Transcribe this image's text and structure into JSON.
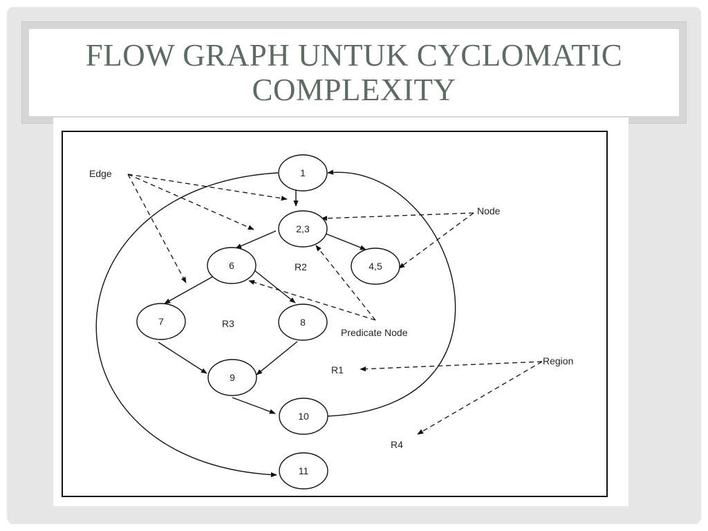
{
  "slide": {
    "title_line1": "FLOW GRAPH UNTUK CYCLOMATIC",
    "title_line2": "COMPLEXITY"
  },
  "diagram": {
    "nodes": [
      {
        "id": "n1",
        "label": "1"
      },
      {
        "id": "n23",
        "label": "2,3"
      },
      {
        "id": "n45",
        "label": "4,5"
      },
      {
        "id": "n6",
        "label": "6"
      },
      {
        "id": "n7",
        "label": "7"
      },
      {
        "id": "n8",
        "label": "8"
      },
      {
        "id": "n9",
        "label": "9"
      },
      {
        "id": "n10",
        "label": "10"
      },
      {
        "id": "n11",
        "label": "11"
      }
    ],
    "edges": [
      [
        "1",
        "2,3"
      ],
      [
        "2,3",
        "6"
      ],
      [
        "2,3",
        "4,5"
      ],
      [
        "6",
        "7"
      ],
      [
        "6",
        "8"
      ],
      [
        "7",
        "9"
      ],
      [
        "8",
        "9"
      ],
      [
        "9",
        "10"
      ],
      [
        "10",
        "1"
      ],
      [
        "1",
        "11"
      ]
    ],
    "regions": {
      "r1": "R1",
      "r2": "R2",
      "r3": "R3",
      "r4": "R4"
    },
    "annotations": {
      "edge": "Edge",
      "node": "Node",
      "predicate_node": "Predicate Node",
      "region": "Region"
    }
  }
}
